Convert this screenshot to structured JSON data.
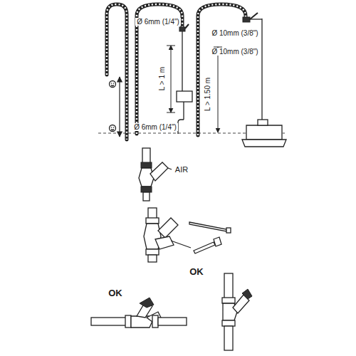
{
  "diagram": {
    "labels": [
      "Ø 6mm (1/4\")",
      "L > 1 m",
      "Ø 6mm (1/4\")",
      "Ø 10mm (3/8\")",
      "Ø 10mm (3/8\")",
      "L > 1.50 m",
      "AIR",
      "OK",
      "OK"
    ]
  }
}
